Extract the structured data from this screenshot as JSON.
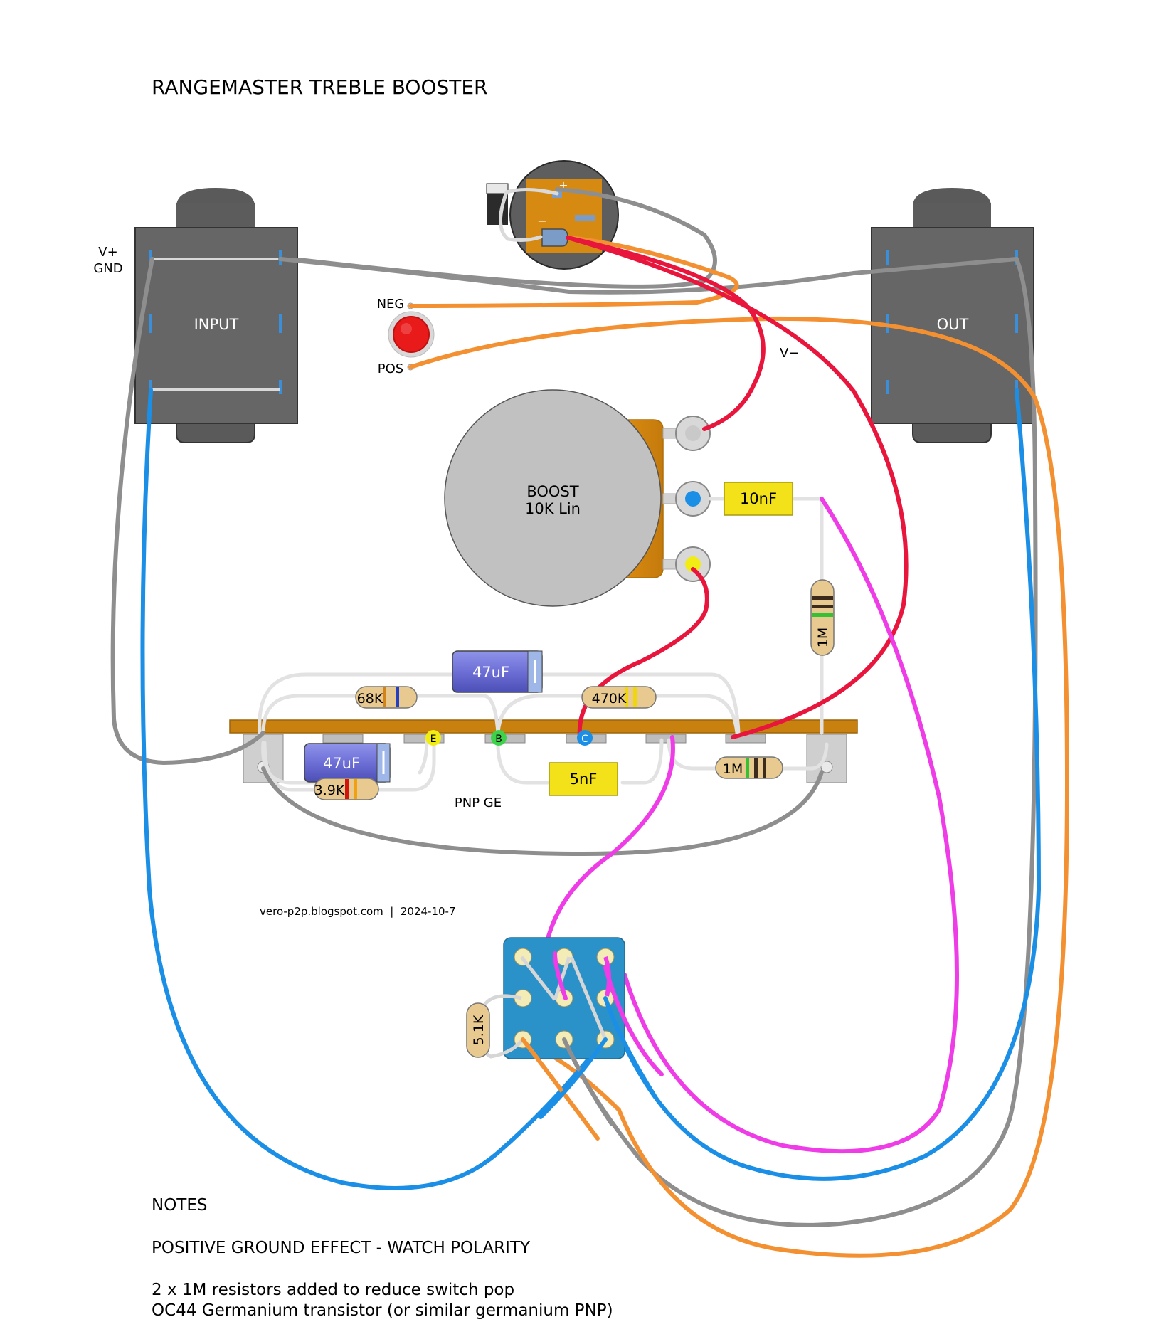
{
  "title": "RANGEMASTER TREBLE BOOSTER",
  "input_jack": {
    "label": "INPUT"
  },
  "output_jack": {
    "label": "OUT"
  },
  "power_labels": {
    "vplus": "V+",
    "gnd": "GND",
    "vminus": "V−"
  },
  "dc_jack": {
    "plus": "+",
    "minus": "−"
  },
  "led": {
    "neg": "NEG",
    "pos": "POS",
    "color": "#e81a1a"
  },
  "pot": {
    "name": "BOOST",
    "value": "10K Lin"
  },
  "components": {
    "c_47uf_top": "47uF",
    "c_47uf_bottom": "47uF",
    "r_68k": "68K",
    "r_470k": "470K",
    "r_3k9": "3.9K",
    "c_5nf": "5nF",
    "c_10nf": "10nF",
    "r_1m_vertical": "1M",
    "r_1m_horizontal": "1M",
    "r_5k1": "5.1K"
  },
  "transistor": {
    "e": "E",
    "b": "B",
    "c": "C",
    "label": "PNP GE"
  },
  "credit": "vero-p2p.blogspot.com  |  2024-10-7",
  "notes": {
    "heading": "NOTES",
    "warning": "POSITIVE GROUND EFFECT - WATCH POLARITY",
    "line1": "2 x 1M resistors added to reduce switch pop",
    "line2": "OC44 Germanium transistor (or similar germanium PNP)"
  },
  "wire_colors": {
    "gray": "#8e8e8e",
    "red": "#e8163c",
    "orange": "#f39132",
    "blue": "#1b8fe6",
    "magenta": "#ee3ce6",
    "white": "#e2e2e2"
  }
}
